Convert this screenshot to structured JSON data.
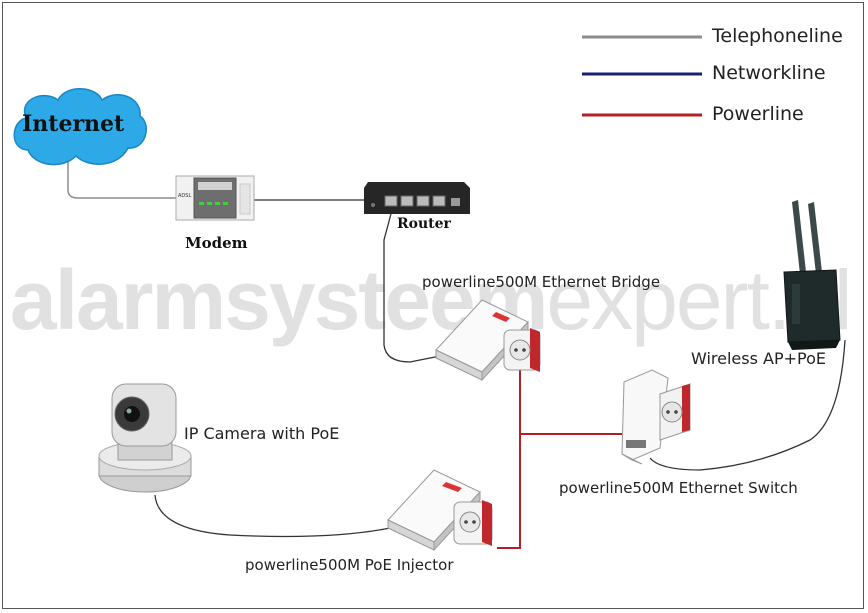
{
  "legend": {
    "telephone": {
      "label": "Telephoneline",
      "color": "#8c8c8c"
    },
    "network": {
      "label": "Networkline",
      "color": "#1c1f6e"
    },
    "power": {
      "label": "Powerline",
      "color": "#b21f24"
    }
  },
  "nodes": {
    "internet": "Internet",
    "modem": "Modem",
    "router": "Router",
    "bridge": "powerline500M Ethernet Bridge",
    "ap": "Wireless AP+PoE",
    "camera": "IP Camera with PoE",
    "switch": "powerline500M Ethernet Switch",
    "injector": "powerline500M PoE Injector"
  },
  "watermark": {
    "bold": "alarmsysteem",
    "light": "expert.nl"
  },
  "icon_text": {
    "modem_brand": "ADSL"
  }
}
